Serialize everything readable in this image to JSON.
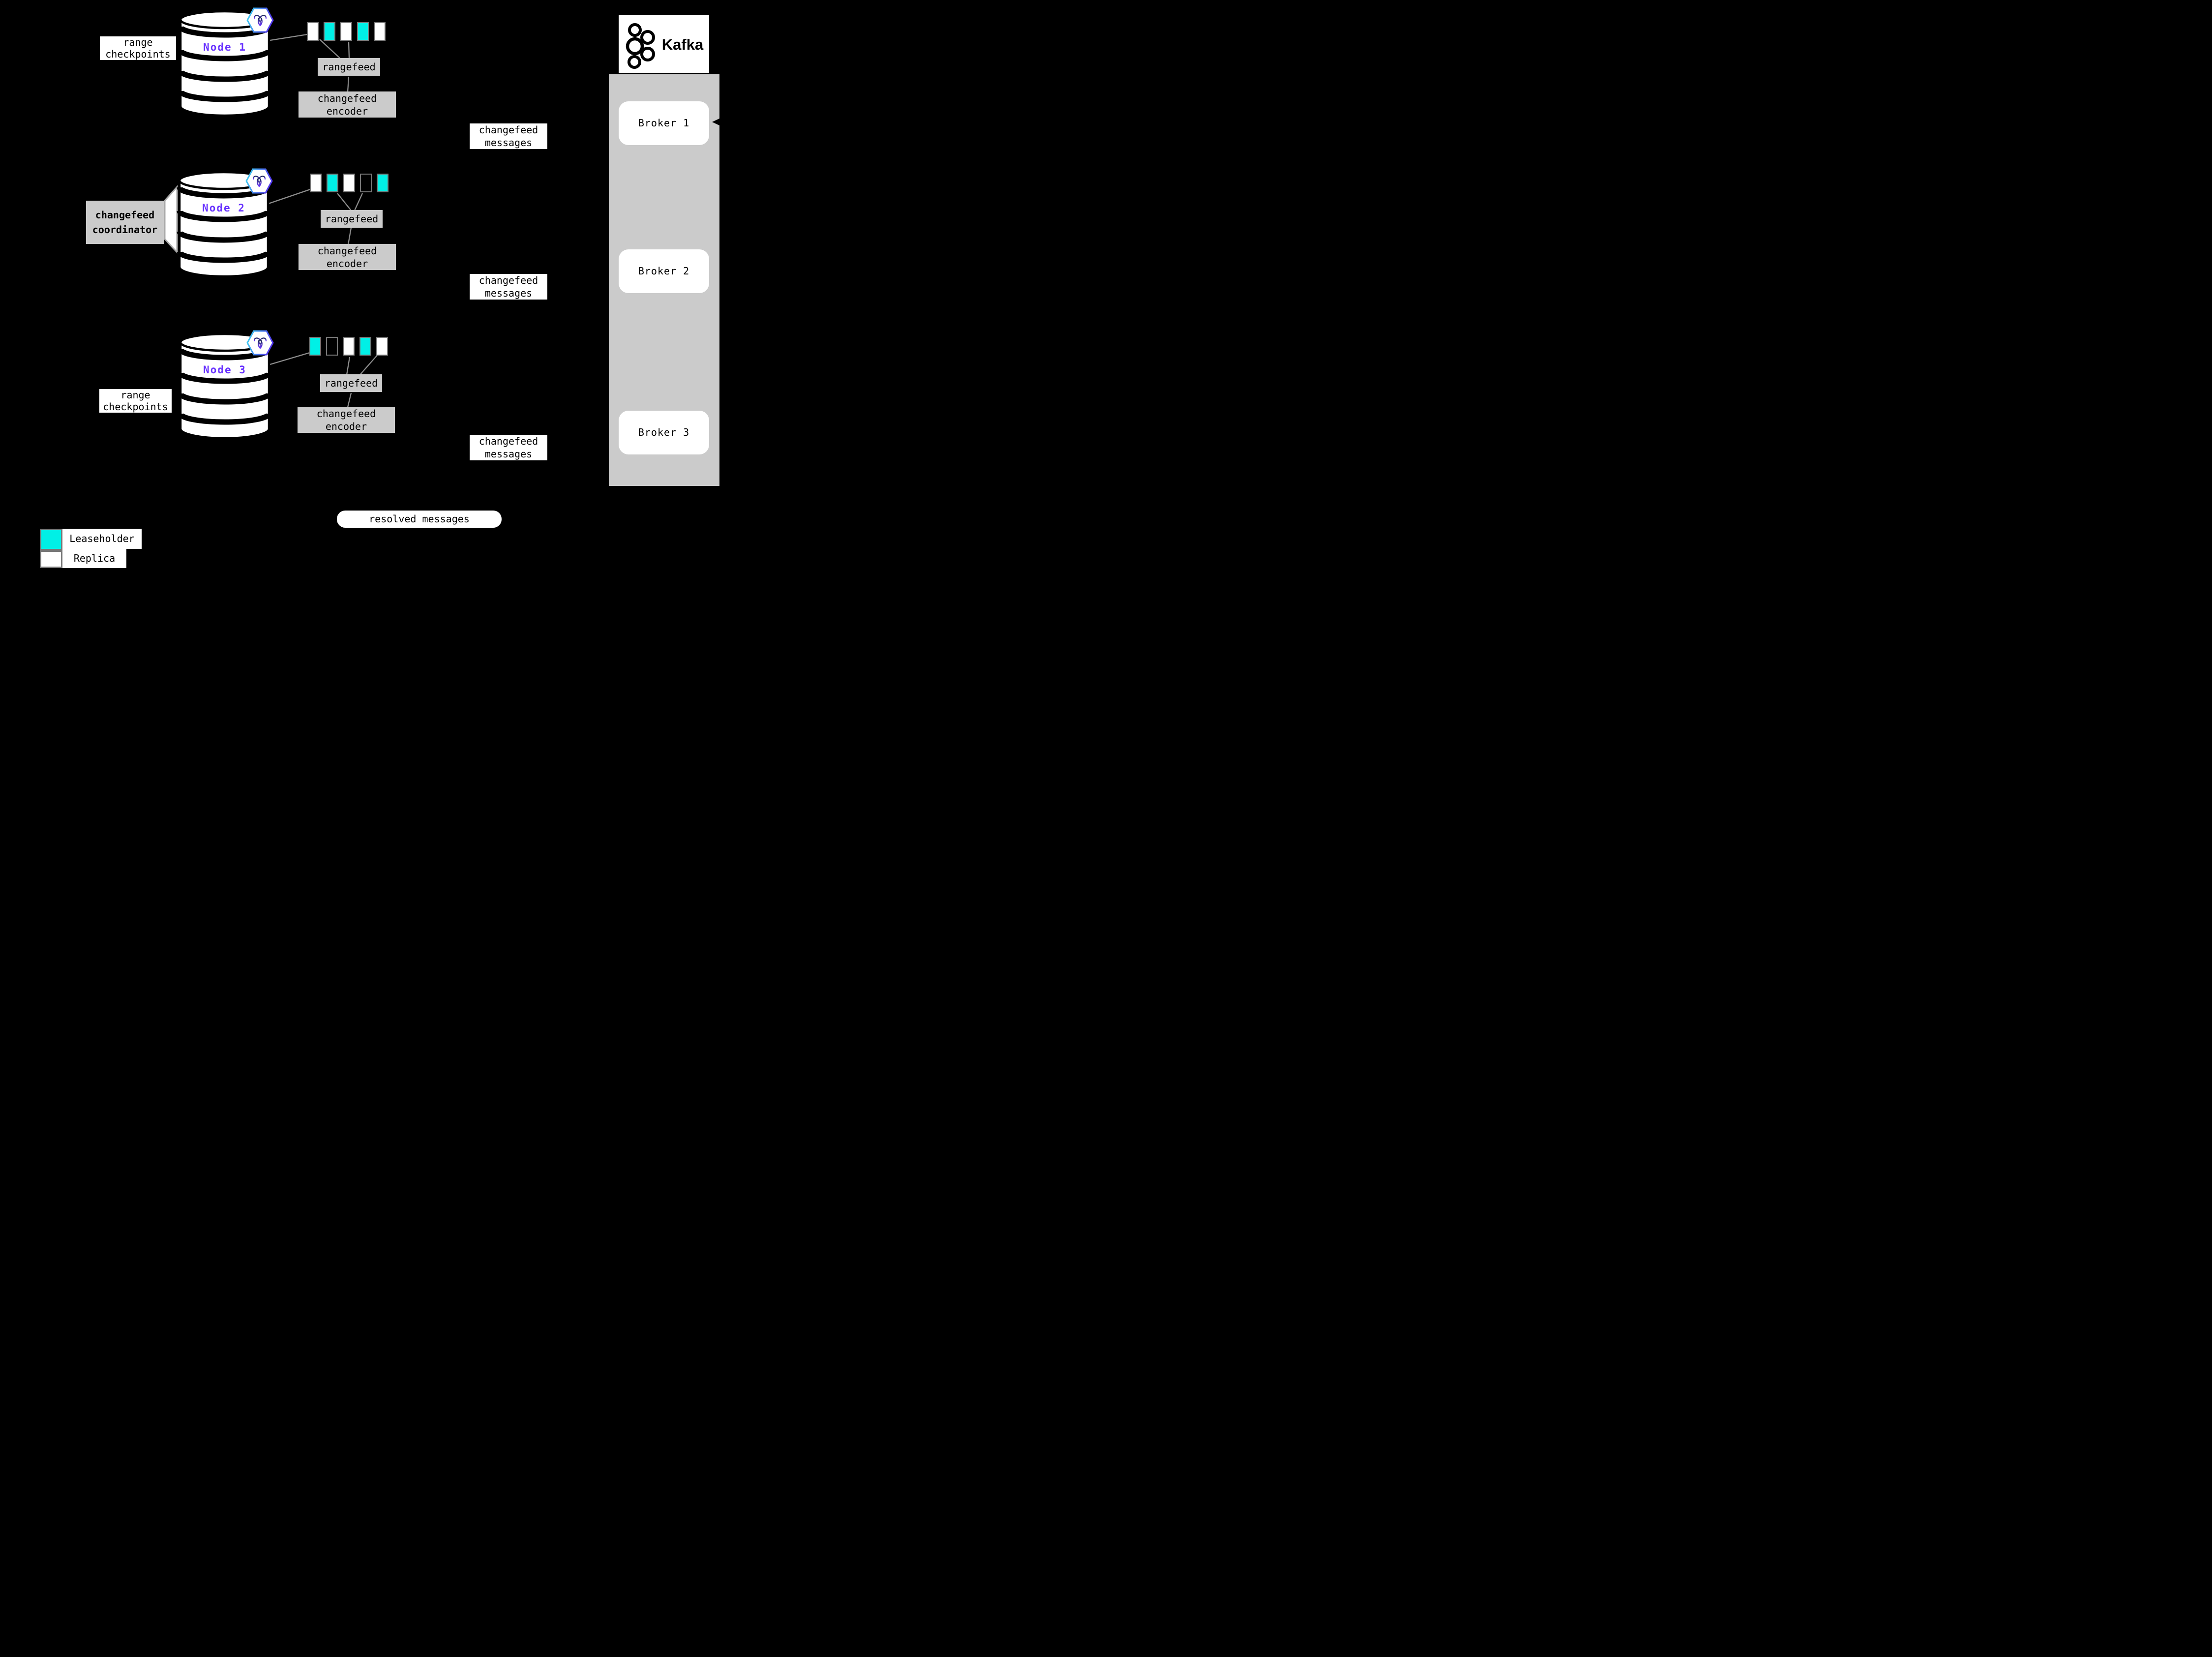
{
  "colors": {
    "background": "#000000",
    "leaseholder_teal": "#00F0E6",
    "replica_white": "#FFFFFF",
    "node_label_purple": "#6933FF",
    "panel_gray": "#CBCBCB",
    "label_box_gray": "#CBCBCB",
    "connector_line_gray": "#8C8C8C",
    "range_border_gray": "#777777"
  },
  "labels": {
    "range_checkpoints": "range checkpoints",
    "rangefeed": "rangefeed",
    "changefeed_encoder": "changefeed encoder",
    "changefeed_messages": "changefeed messages",
    "changefeed_coordinator": "changefeed coordinator",
    "resolved_messages": "resolved messages"
  },
  "nodes": [
    {
      "label": "Node 1",
      "ranges": [
        "replica",
        "leaseholder",
        "replica",
        "leaseholder",
        "replica"
      ]
    },
    {
      "label": "Node 2",
      "ranges": [
        "replica",
        "leaseholder",
        "replica",
        "empty",
        "leaseholder"
      ]
    },
    {
      "label": "Node 3",
      "ranges": [
        "leaseholder",
        "empty",
        "replica",
        "leaseholder",
        "replica"
      ]
    }
  ],
  "kafka": {
    "title": "Kafka",
    "brokers": [
      "Broker 1",
      "Broker 2",
      "Broker 3"
    ]
  },
  "legend": {
    "items": [
      {
        "label": "Leaseholder",
        "color": "#00F0E6"
      },
      {
        "label": "Replica",
        "color": "#FFFFFF"
      }
    ]
  }
}
